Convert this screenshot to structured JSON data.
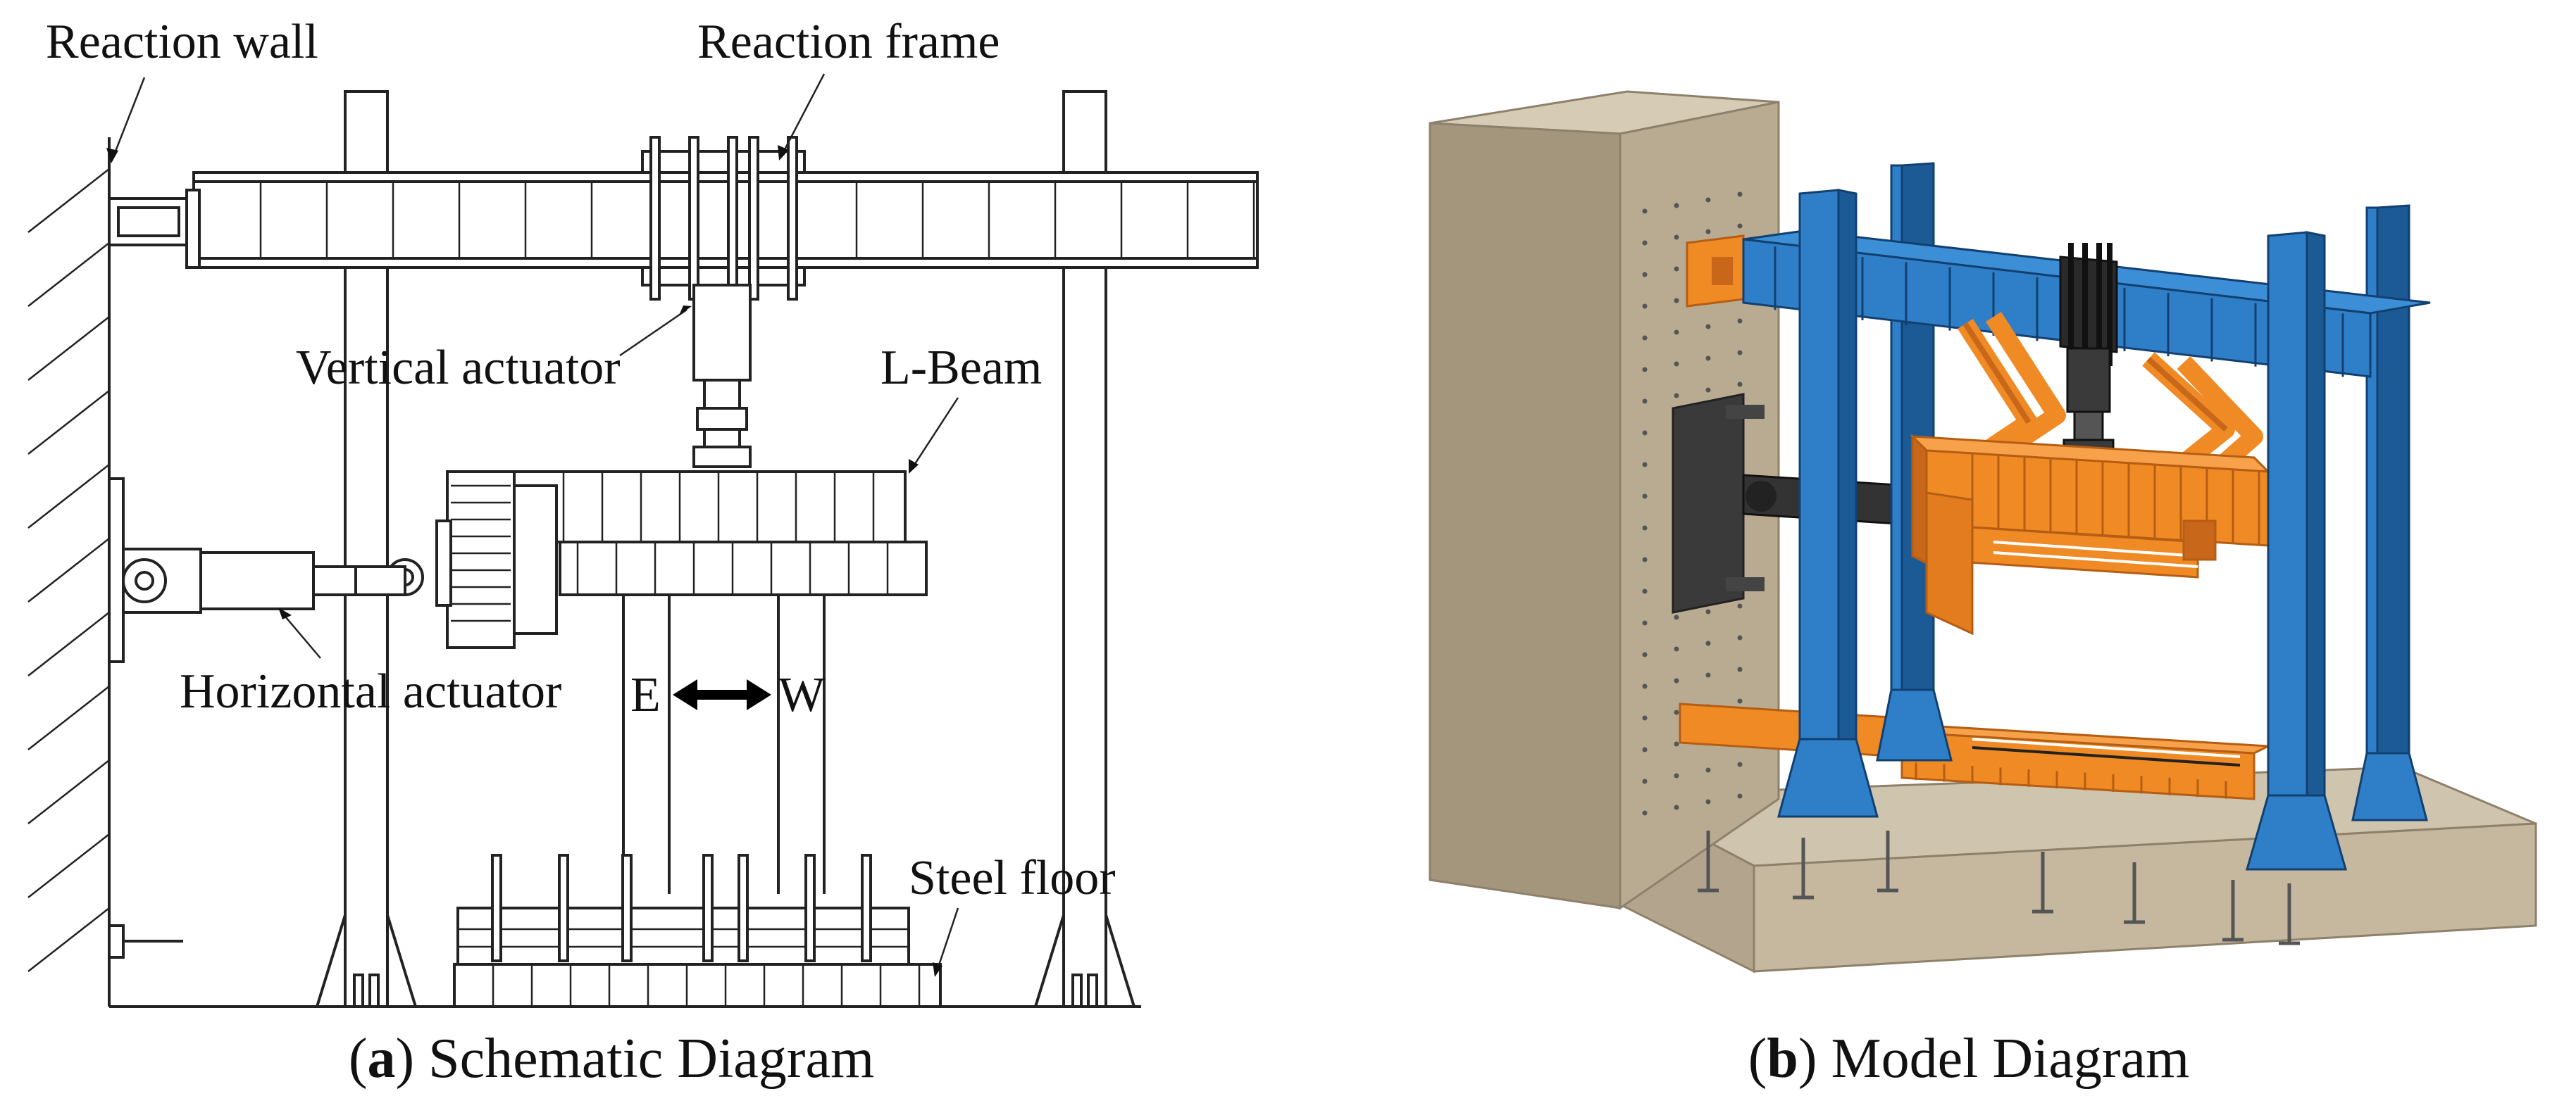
{
  "panel_a": {
    "labels": {
      "reaction_wall": "Reaction wall",
      "reaction_frame": "Reaction frame",
      "vertical_actuator": "Vertical actuator",
      "l_beam": "L-Beam",
      "horizontal_actuator": "Horizontal actuator",
      "east": "E",
      "west": "W",
      "steel_floor": "Steel floor"
    },
    "caption": {
      "letter": "a",
      "open": "(",
      "close": ")",
      "text": " Schematic Diagram"
    }
  },
  "panel_b": {
    "caption": {
      "letter": "b",
      "open": "(",
      "close": ")",
      "text": " Model Diagram"
    }
  },
  "colors": {
    "frame_blue": "#2f7fc8",
    "frame_blue_dark": "#1c5a96",
    "fixture_orange": "#f08a24",
    "fixture_orange_dark": "#c8661a",
    "concrete": "#b3a58d",
    "concrete_side": "#9e917a",
    "concrete_top": "#cfc4ad",
    "steel_dark": "#3a3a3a"
  }
}
